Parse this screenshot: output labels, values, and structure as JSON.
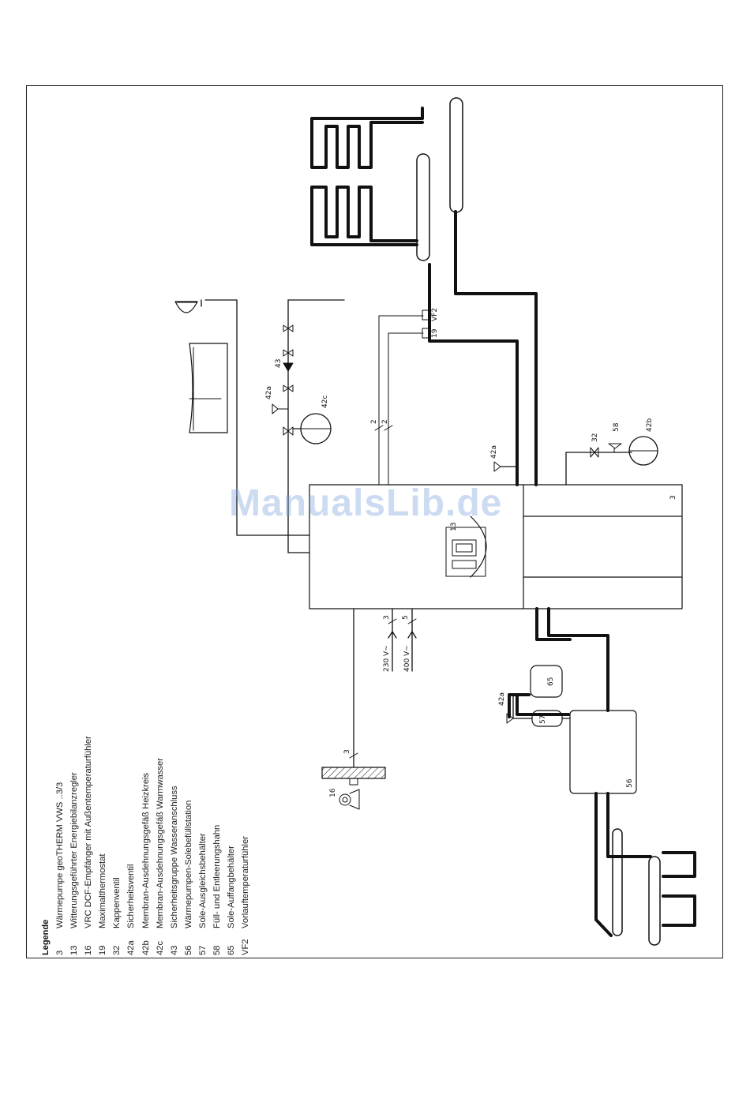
{
  "legend": {
    "title": "Legende",
    "items": [
      {
        "num": "3",
        "text": "Wärmepumpe geoTHERM VWS ..3/3"
      },
      {
        "num": "13",
        "text": "Witterungsgeführter Energiebilanzregler"
      },
      {
        "num": "16",
        "text": "VRC DCF-Empfänger mit Außentemperaturfühler"
      },
      {
        "num": "19",
        "text": "Maximalthermostat"
      },
      {
        "num": "32",
        "text": "Kappenventil"
      },
      {
        "num": "42a",
        "text": "Sicherheitsventil"
      },
      {
        "num": "42b",
        "text": "Membran-Ausdehnungsgefäß Heizkreis"
      },
      {
        "num": "42c",
        "text": "Membran-Ausdehnungsgefäß Warmwasser"
      },
      {
        "num": "43",
        "text": "Sicherheitsgruppe Wasseranschluss"
      },
      {
        "num": "56",
        "text": "Wärmepumpen-Solebefüllstation"
      },
      {
        "num": "57",
        "text": "Sole-Ausgleichsbehälter"
      },
      {
        "num": "58",
        "text": "Füll- und Entleerungshahn"
      },
      {
        "num": "65",
        "text": "Sole-Auffangbehälter"
      },
      {
        "num": "VF2",
        "text": "Vorlauftemperaturfühler"
      }
    ]
  },
  "labels": {
    "pump": "3",
    "controller": "13",
    "receiver": "16",
    "receiver_cable": "3",
    "thermostat": "19",
    "vf2": "VF2",
    "valve_cap": "32",
    "safety_valve_hc": "42a",
    "safety_valve_dhw": "42a",
    "safety_valve_brine": "42a",
    "expansion_hc": "42b",
    "expansion_dhw": "42c",
    "safety_group": "43",
    "brine_station": "56",
    "brine_tank": "57",
    "fill_valve": "58",
    "collector": "65",
    "cable_230_count": "3",
    "cable_400_count": "5",
    "cable_230": "230 V~",
    "cable_400": "400 V~",
    "sensor_cable_a": "2",
    "sensor_cable_b": "2"
  },
  "watermark": "ManualsLib.de"
}
